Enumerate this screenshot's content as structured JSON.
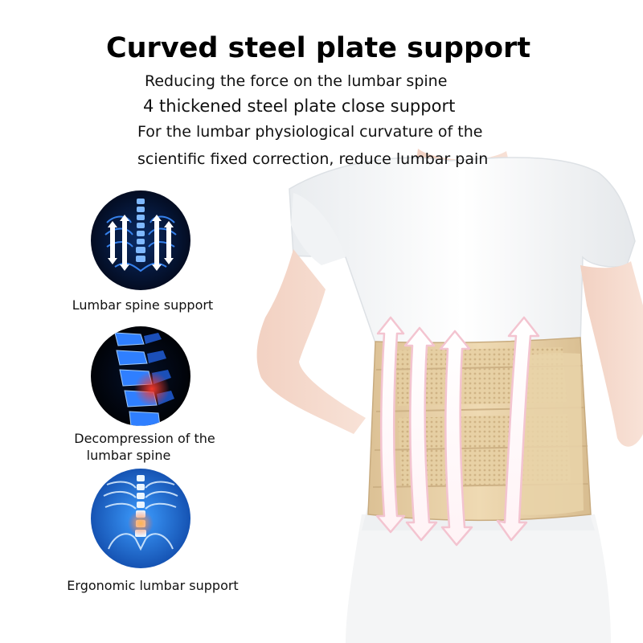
{
  "heading": {
    "title": "Curved steel plate support",
    "line1": "Reducing the force on the lumbar spine",
    "line2": "4 thickened steel plate close support",
    "line3": "For the lumbar physiological curvature of the",
    "line4": "scientific fixed correction, reduce lumbar pain"
  },
  "features": [
    {
      "caption": "Lumbar spine support",
      "icon": "spine-xray-icon"
    },
    {
      "caption_line1": "Decompression of the",
      "caption_line2": "lumbar spine",
      "icon": "vertebrae-icon"
    },
    {
      "caption": "Ergonomic lumbar support",
      "icon": "pelvis-xray-icon"
    }
  ],
  "colors": {
    "belt": "#e8d2a6",
    "xray_blue": "#2f7fff",
    "xray_dark": "#020614",
    "pain_red": "#ff3a2a"
  }
}
